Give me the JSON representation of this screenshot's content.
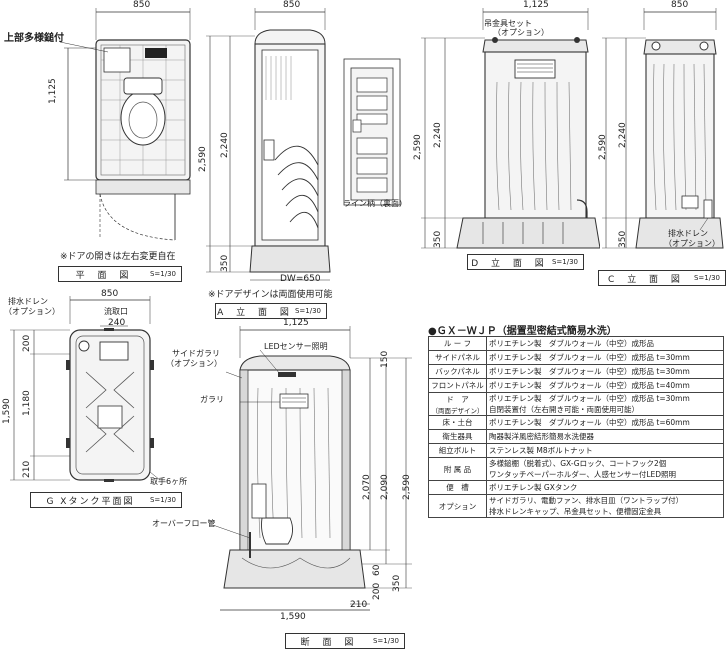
{
  "plan": {
    "dim_top": "850",
    "dim_left": "1,125",
    "label_shelf": "上部多様鎚付",
    "note": "※ドアの開きは左右変更自在",
    "caption": "平 面 図",
    "scale": "S=1/30"
  },
  "elev_a": {
    "dim_top": "850",
    "dim_total": "2,590",
    "dim_body": "2,240",
    "dim_base": "350",
    "dim_bottom": "DW=650",
    "note": "※ドアデザインは両面使用可能",
    "caption": "A 立 面 図",
    "scale": "S=1/30"
  },
  "door_inset": {
    "label": "ライン柄（裏面）"
  },
  "elev_d": {
    "dim_top": "1,125",
    "dim_total": "2,590",
    "dim_body": "2,240",
    "dim_base": "350",
    "label_hook": "吊金具セット",
    "label_hook_opt": "（オプション）",
    "caption": "D 立 面 図",
    "scale": "S=1/30"
  },
  "elev_c": {
    "dim_top": "850",
    "dim_total": "2,590",
    "dim_body": "2,240",
    "dim_base": "350",
    "label_drain": "排水ドレン",
    "label_drain_opt": "（オプション）",
    "caption": "C 立 面 図",
    "scale": "S=1/30"
  },
  "tank": {
    "dim_top": "850",
    "dim_inlet": "240",
    "dim_total": "1,590",
    "dim_mid": "1,180",
    "dim_top_left": "200",
    "dim_bottom_left": "210",
    "label_drain": "排水ドレン",
    "label_drain_opt": "（オプション）",
    "label_inlet": "流取口",
    "label_handle": "取手6ヶ所",
    "caption": "G Xタンク平面図",
    "scale": "S=1/30"
  },
  "section": {
    "dim_top": "1,125",
    "dim_bottom": "1,590",
    "dim_bottom_right": "210",
    "dim_2070": "2,070",
    "dim_2090": "2,090",
    "dim_2590": "2,590",
    "dim_150": "150",
    "dim_60": "60",
    "dim_200": "200",
    "dim_350": "350",
    "label_side_gallery": "サイドガラリ",
    "label_side_gallery_opt": "（オプション）",
    "label_led": "LEDセンサー照明",
    "label_gallery": "ガラリ",
    "label_overflow": "オーバーフロー管",
    "caption": "断 面 図",
    "scale": "S=1/30"
  },
  "spec": {
    "title": "●ＧＸ－ＷＪＰ（据置型密結式簡易水洗）",
    "rows": [
      {
        "k": "ル ー フ",
        "v": "ポリエチレン製　ダブルウォール（中空）成形品"
      },
      {
        "k": "サイドパネル",
        "v": "ポリエチレン製　ダブルウォール（中空）成形品 t=30mm"
      },
      {
        "k": "バックパネル",
        "v": "ポリエチレン製　ダブルウォール（中空）成形品 t=30mm"
      },
      {
        "k": "フロントパネル",
        "v": "ポリエチレン製　ダブルウォール（中空）成形品 t=40mm"
      },
      {
        "k": "ド　ア",
        "k2": "（両面デザイン）",
        "v": "ポリエチレン製　ダブルウォール（中空）成形品 t=30mm",
        "v2": "自閉装置付（左右開き可能・両面使用可能）"
      },
      {
        "k": "床・土台",
        "v": "ポリエチレン製　ダブルウォール（中空）成形品 t=60mm"
      },
      {
        "k": "衛生器具",
        "v": "陶器製洋風密結形簡易水洗便器"
      },
      {
        "k": "組立ボルト",
        "v": "ステンレス製 M8ボルトナット"
      },
      {
        "k": "附 属 品",
        "v": "多様鎚棚（脱着式）、GX-Gロック、コートフック2個",
        "v2": "ワンタッチペーパーホルダー、人感センサー付LED照明"
      },
      {
        "k": "便　槽",
        "v": "ポリエチレン製 GXタンク"
      },
      {
        "k": "オプション",
        "v": "サイドガラリ、電動ファン、排水目皿（ワントラップ付）",
        "v2": "排水ドレンキャップ、吊金具セット、便槽固定金具"
      }
    ]
  },
  "colors": {
    "line": "#333333",
    "fill": "#f4f4f4",
    "dark": "#666666"
  }
}
